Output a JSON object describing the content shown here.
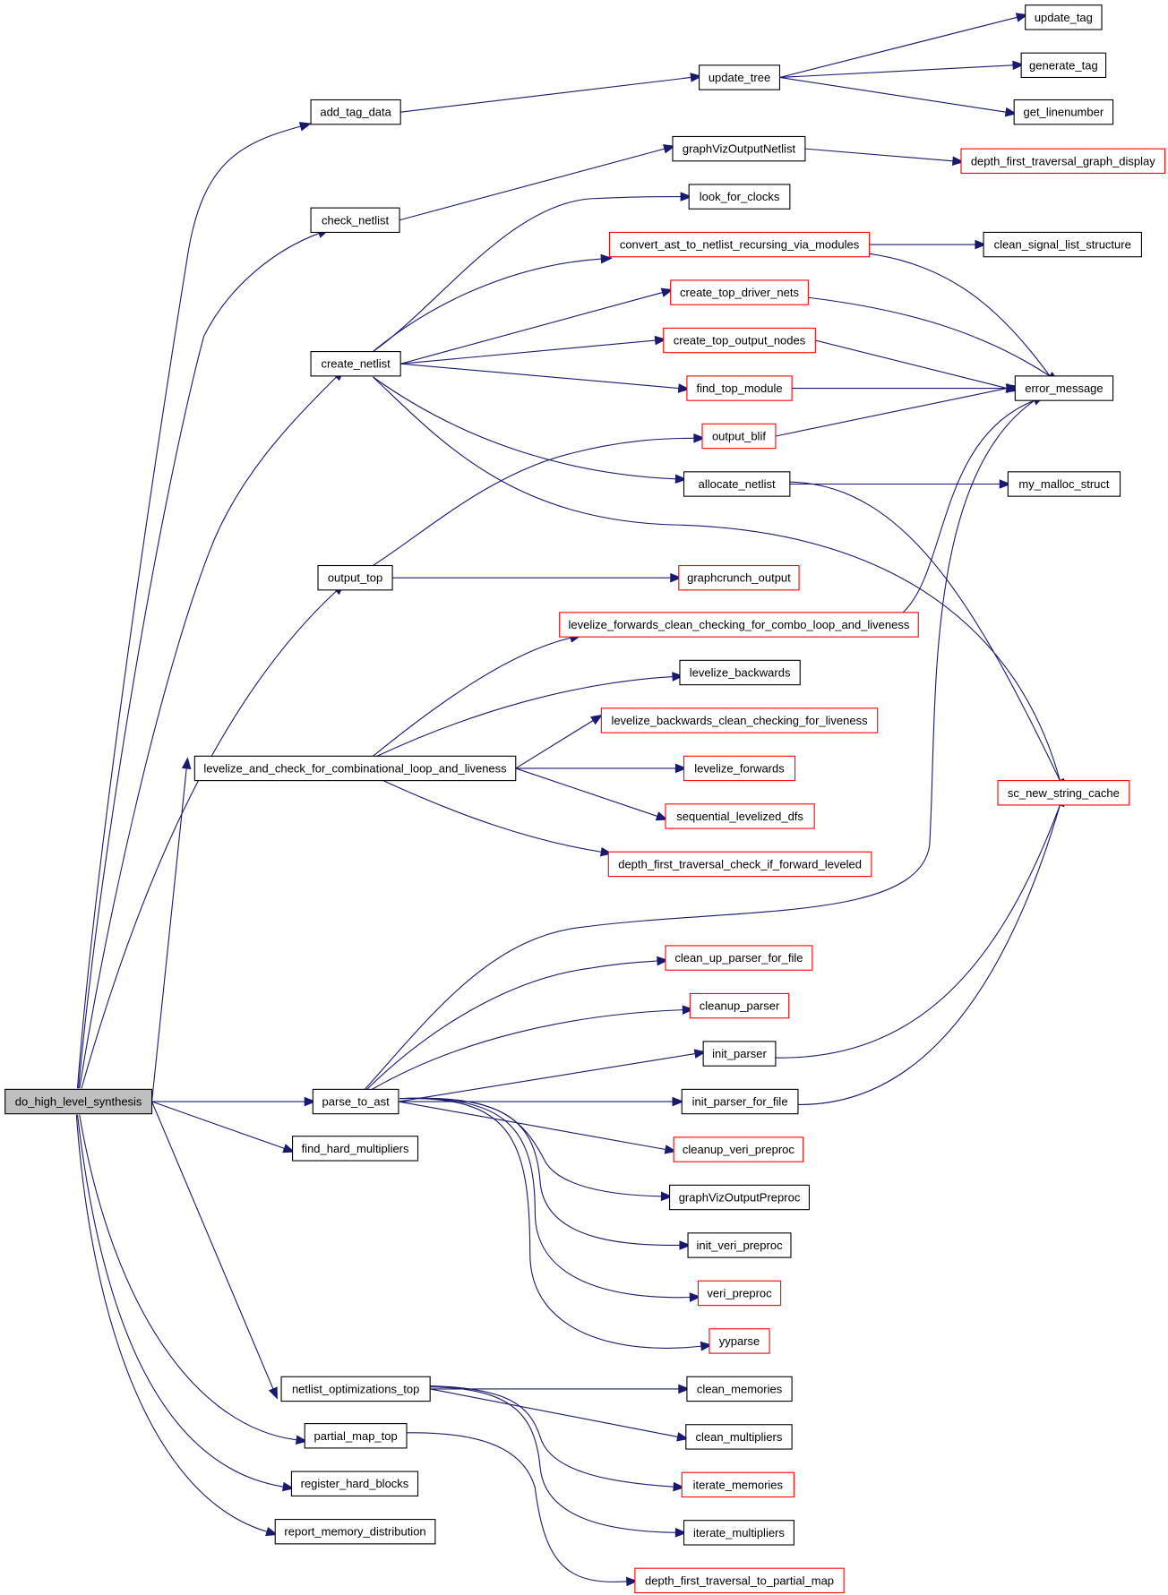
{
  "graph": {
    "root": "do_high_level_synthesis",
    "nodes": [
      {
        "id": "do_high_level_synthesis",
        "label": "do_high_level_synthesis",
        "style": "root"
      },
      {
        "id": "add_tag_data",
        "label": "add_tag_data",
        "style": "black"
      },
      {
        "id": "update_tree",
        "label": "update_tree",
        "style": "black"
      },
      {
        "id": "update_tag",
        "label": "update_tag",
        "style": "black"
      },
      {
        "id": "generate_tag",
        "label": "generate_tag",
        "style": "black"
      },
      {
        "id": "get_linenumber",
        "label": "get_linenumber",
        "style": "black"
      },
      {
        "id": "check_netlist",
        "label": "check_netlist",
        "style": "black"
      },
      {
        "id": "graphVizOutputNetlist",
        "label": "graphVizOutputNetlist",
        "style": "black"
      },
      {
        "id": "depth_first_traversal_graph_display",
        "label": "depth_first_traversal_graph_display",
        "style": "red"
      },
      {
        "id": "create_netlist",
        "label": "create_netlist",
        "style": "black"
      },
      {
        "id": "look_for_clocks",
        "label": "look_for_clocks",
        "style": "black"
      },
      {
        "id": "convert_ast_to_netlist_recursing_via_modules",
        "label": "convert_ast_to_netlist_recursing_via_modules",
        "style": "red"
      },
      {
        "id": "clean_signal_list_structure",
        "label": "clean_signal_list_structure",
        "style": "black"
      },
      {
        "id": "create_top_driver_nets",
        "label": "create_top_driver_nets",
        "style": "red"
      },
      {
        "id": "create_top_output_nodes",
        "label": "create_top_output_nodes",
        "style": "red"
      },
      {
        "id": "error_message",
        "label": "error_message",
        "style": "black"
      },
      {
        "id": "find_top_module",
        "label": "find_top_module",
        "style": "red"
      },
      {
        "id": "output_blif",
        "label": "output_blif",
        "style": "red"
      },
      {
        "id": "allocate_netlist",
        "label": "allocate_netlist",
        "style": "black"
      },
      {
        "id": "my_malloc_struct",
        "label": "my_malloc_struct",
        "style": "black"
      },
      {
        "id": "output_top",
        "label": "output_top",
        "style": "black"
      },
      {
        "id": "graphcrunch_output",
        "label": "graphcrunch_output",
        "style": "red"
      },
      {
        "id": "levelize_forwards_clean_checking_for_combo_loop_and_liveness",
        "label": "levelize_forwards_clean_checking_for_combo_loop_and_liveness",
        "style": "red"
      },
      {
        "id": "levelize_backwards",
        "label": "levelize_backwards",
        "style": "black"
      },
      {
        "id": "levelize_backwards_clean_checking_for_liveness",
        "label": "levelize_backwards_clean_checking_for_liveness",
        "style": "red"
      },
      {
        "id": "levelize_and_check_for_combinational_loop_and_liveness",
        "label": "levelize_and_check_for_combinational_loop_and_liveness",
        "style": "black"
      },
      {
        "id": "levelize_forwards",
        "label": "levelize_forwards",
        "style": "red"
      },
      {
        "id": "sc_new_string_cache",
        "label": "sc_new_string_cache",
        "style": "red"
      },
      {
        "id": "sequential_levelized_dfs",
        "label": "sequential_levelized_dfs",
        "style": "red"
      },
      {
        "id": "depth_first_traversal_check_if_forward_leveled",
        "label": "depth_first_traversal_check_if_forward_leveled",
        "style": "red"
      },
      {
        "id": "clean_up_parser_for_file",
        "label": "clean_up_parser_for_file",
        "style": "red"
      },
      {
        "id": "cleanup_parser",
        "label": "cleanup_parser",
        "style": "red"
      },
      {
        "id": "init_parser",
        "label": "init_parser",
        "style": "black"
      },
      {
        "id": "parse_to_ast",
        "label": "parse_to_ast",
        "style": "black"
      },
      {
        "id": "init_parser_for_file",
        "label": "init_parser_for_file",
        "style": "black"
      },
      {
        "id": "find_hard_multipliers",
        "label": "find_hard_multipliers",
        "style": "black"
      },
      {
        "id": "cleanup_veri_preproc",
        "label": "cleanup_veri_preproc",
        "style": "red"
      },
      {
        "id": "graphVizOutputPreproc",
        "label": "graphVizOutputPreproc",
        "style": "black"
      },
      {
        "id": "init_veri_preproc",
        "label": "init_veri_preproc",
        "style": "black"
      },
      {
        "id": "veri_preproc",
        "label": "veri_preproc",
        "style": "red"
      },
      {
        "id": "yyparse",
        "label": "yyparse",
        "style": "red"
      },
      {
        "id": "netlist_optimizations_top",
        "label": "netlist_optimizations_top",
        "style": "black"
      },
      {
        "id": "clean_memories",
        "label": "clean_memories",
        "style": "black"
      },
      {
        "id": "partial_map_top",
        "label": "partial_map_top",
        "style": "black"
      },
      {
        "id": "clean_multipliers",
        "label": "clean_multipliers",
        "style": "black"
      },
      {
        "id": "iterate_memories",
        "label": "iterate_memories",
        "style": "red"
      },
      {
        "id": "register_hard_blocks",
        "label": "register_hard_blocks",
        "style": "black"
      },
      {
        "id": "report_memory_distribution",
        "label": "report_memory_distribution",
        "style": "black"
      },
      {
        "id": "iterate_multipliers",
        "label": "iterate_multipliers",
        "style": "black"
      },
      {
        "id": "depth_first_traversal_to_partial_map",
        "label": "depth_first_traversal_to_partial_map",
        "style": "red"
      }
    ],
    "edges": [
      [
        "do_high_level_synthesis",
        "add_tag_data"
      ],
      [
        "do_high_level_synthesis",
        "check_netlist"
      ],
      [
        "do_high_level_synthesis",
        "create_netlist"
      ],
      [
        "do_high_level_synthesis",
        "output_top"
      ],
      [
        "do_high_level_synthesis",
        "levelize_and_check_for_combinational_loop_and_liveness"
      ],
      [
        "do_high_level_synthesis",
        "parse_to_ast"
      ],
      [
        "do_high_level_synthesis",
        "find_hard_multipliers"
      ],
      [
        "do_high_level_synthesis",
        "netlist_optimizations_top"
      ],
      [
        "do_high_level_synthesis",
        "partial_map_top"
      ],
      [
        "do_high_level_synthesis",
        "register_hard_blocks"
      ],
      [
        "do_high_level_synthesis",
        "report_memory_distribution"
      ],
      [
        "add_tag_data",
        "update_tree"
      ],
      [
        "update_tree",
        "update_tag"
      ],
      [
        "update_tree",
        "generate_tag"
      ],
      [
        "update_tree",
        "get_linenumber"
      ],
      [
        "check_netlist",
        "graphVizOutputNetlist"
      ],
      [
        "graphVizOutputNetlist",
        "depth_first_traversal_graph_display"
      ],
      [
        "create_netlist",
        "look_for_clocks"
      ],
      [
        "create_netlist",
        "convert_ast_to_netlist_recursing_via_modules"
      ],
      [
        "create_netlist",
        "create_top_driver_nets"
      ],
      [
        "create_netlist",
        "create_top_output_nodes"
      ],
      [
        "create_netlist",
        "find_top_module"
      ],
      [
        "create_netlist",
        "allocate_netlist"
      ],
      [
        "create_netlist",
        "sc_new_string_cache"
      ],
      [
        "convert_ast_to_netlist_recursing_via_modules",
        "clean_signal_list_structure"
      ],
      [
        "convert_ast_to_netlist_recursing_via_modules",
        "error_message"
      ],
      [
        "create_top_driver_nets",
        "error_message"
      ],
      [
        "create_top_output_nodes",
        "error_message"
      ],
      [
        "find_top_module",
        "error_message"
      ],
      [
        "output_blif",
        "error_message"
      ],
      [
        "allocate_netlist",
        "my_malloc_struct"
      ],
      [
        "allocate_netlist",
        "sc_new_string_cache"
      ],
      [
        "output_top",
        "output_blif"
      ],
      [
        "output_top",
        "graphcrunch_output"
      ],
      [
        "levelize_and_check_for_combinational_loop_and_liveness",
        "levelize_forwards_clean_checking_for_combo_loop_and_liveness"
      ],
      [
        "levelize_and_check_for_combinational_loop_and_liveness",
        "levelize_backwards"
      ],
      [
        "levelize_and_check_for_combinational_loop_and_liveness",
        "levelize_backwards_clean_checking_for_liveness"
      ],
      [
        "levelize_and_check_for_combinational_loop_and_liveness",
        "levelize_forwards"
      ],
      [
        "levelize_and_check_for_combinational_loop_and_liveness",
        "sequential_levelized_dfs"
      ],
      [
        "levelize_and_check_for_combinational_loop_and_liveness",
        "depth_first_traversal_check_if_forward_leveled"
      ],
      [
        "levelize_forwards_clean_checking_for_combo_loop_and_liveness",
        "error_message"
      ],
      [
        "parse_to_ast",
        "error_message"
      ],
      [
        "parse_to_ast",
        "clean_up_parser_for_file"
      ],
      [
        "parse_to_ast",
        "cleanup_parser"
      ],
      [
        "parse_to_ast",
        "init_parser"
      ],
      [
        "parse_to_ast",
        "init_parser_for_file"
      ],
      [
        "parse_to_ast",
        "cleanup_veri_preproc"
      ],
      [
        "parse_to_ast",
        "graphVizOutputPreproc"
      ],
      [
        "parse_to_ast",
        "init_veri_preproc"
      ],
      [
        "parse_to_ast",
        "veri_preproc"
      ],
      [
        "parse_to_ast",
        "yyparse"
      ],
      [
        "init_parser",
        "sc_new_string_cache"
      ],
      [
        "init_parser_for_file",
        "sc_new_string_cache"
      ],
      [
        "netlist_optimizations_top",
        "clean_memories"
      ],
      [
        "netlist_optimizations_top",
        "clean_multipliers"
      ],
      [
        "netlist_optimizations_top",
        "iterate_memories"
      ],
      [
        "netlist_optimizations_top",
        "iterate_multipliers"
      ],
      [
        "partial_map_top",
        "depth_first_traversal_to_partial_map"
      ]
    ]
  },
  "colors": {
    "edge": "#191970",
    "node_border": "#000000",
    "node_border_incomplete": "#ff0000",
    "root_fill": "#bfbfbf",
    "node_fill": "#ffffff"
  }
}
